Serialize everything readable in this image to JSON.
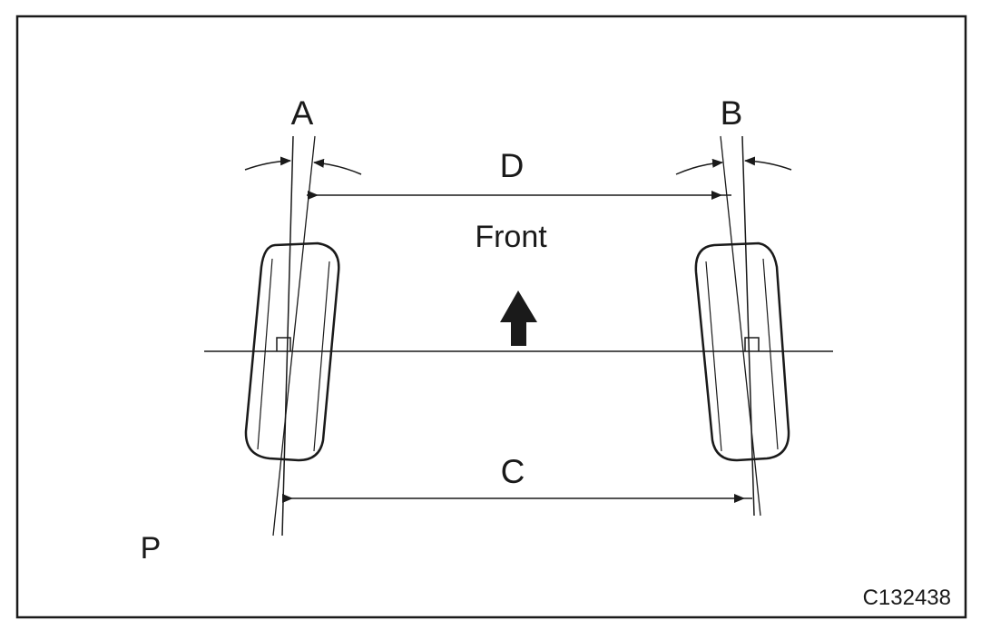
{
  "labels": {
    "camber_left": "A",
    "camber_right": "B",
    "top_distance": "D",
    "front": "Front",
    "bottom_distance": "C",
    "corner": "P",
    "code": "C132438"
  },
  "colors": {
    "ink": "#1a1a1a",
    "background": "#ffffff"
  },
  "icons": {
    "front_arrow": "arrow-up-icon"
  }
}
